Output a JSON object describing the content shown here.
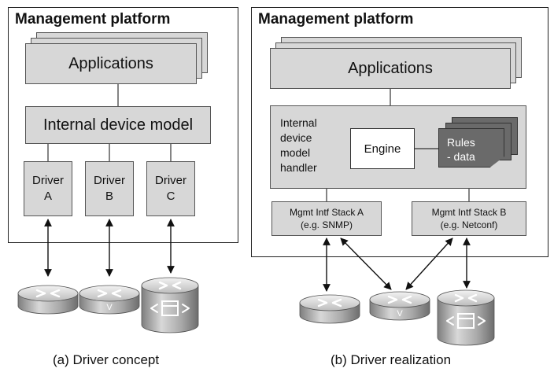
{
  "left_panel": {
    "title": "Management platform",
    "applications": "Applications",
    "internal_model": "Internal device model",
    "drivers": [
      {
        "label": "Driver\nA"
      },
      {
        "label": "Driver\nB"
      },
      {
        "label": "Driver\nC"
      }
    ],
    "caption": "(a) Driver concept"
  },
  "right_panel": {
    "title": "Management platform",
    "applications": "Applications",
    "handler": "Internal\ndevice\nmodel\nhandler",
    "engine": "Engine",
    "rules": "Rules\n- data",
    "stack_a": "Mgmt Intf Stack A\n(e.g. SNMP)",
    "stack_b": "Mgmt Intf Stack B\n(e.g. Netconf)",
    "caption": "(b) Driver realization"
  },
  "icons": {
    "router": "router-icon",
    "voice_router": "voice-router-icon",
    "switch_router": "multilayer-switch-icon"
  }
}
